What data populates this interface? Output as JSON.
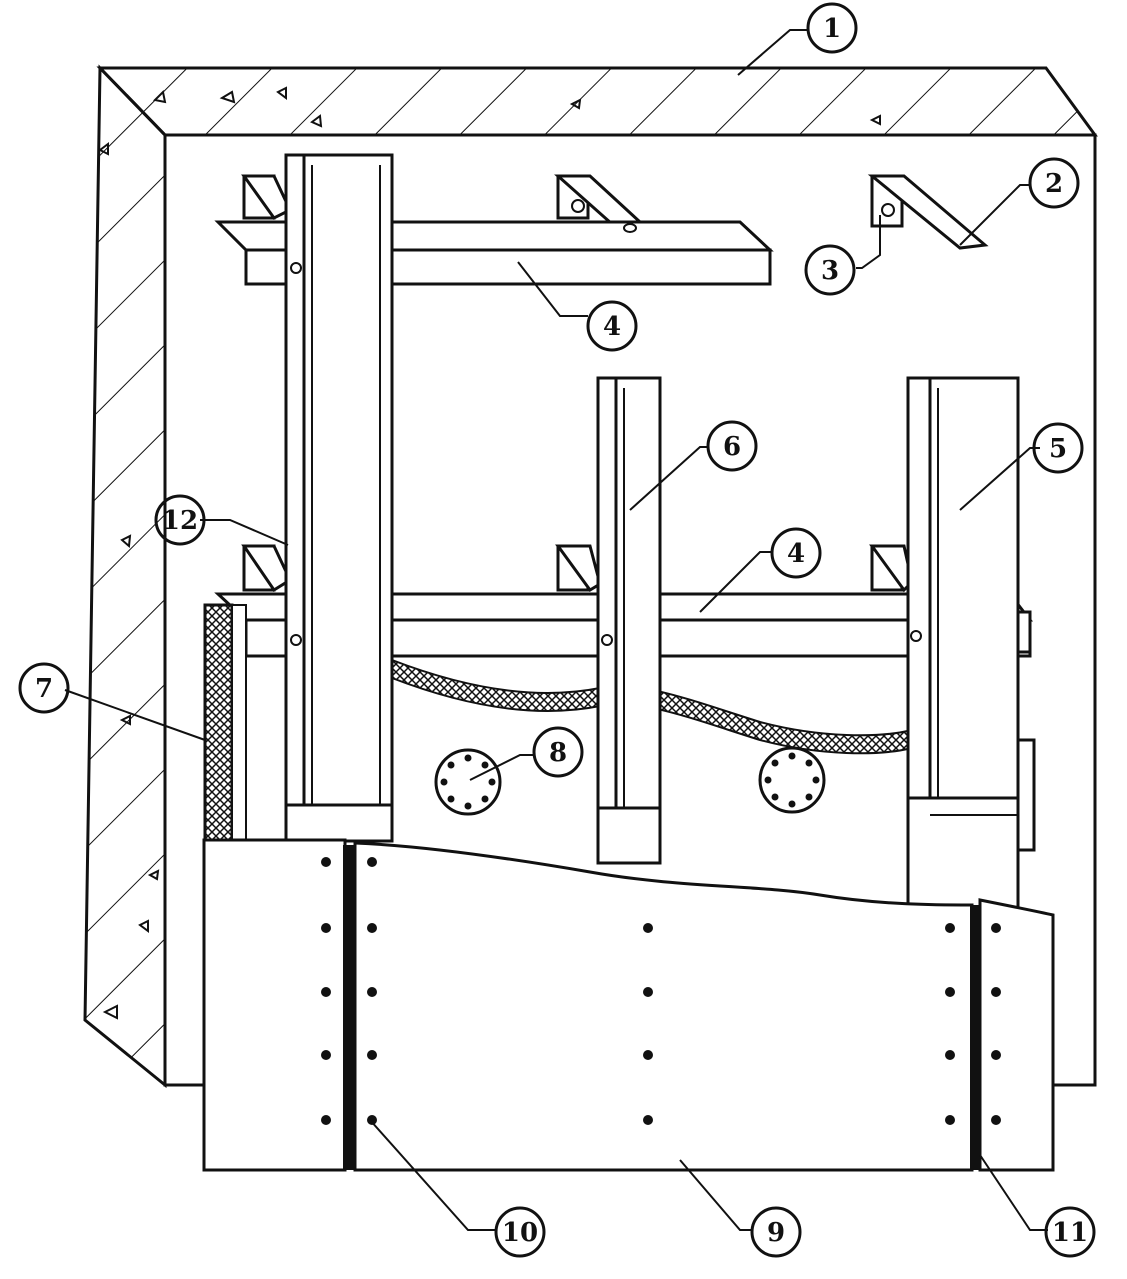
{
  "callouts": [
    {
      "id": "c1",
      "label": "1"
    },
    {
      "id": "c2",
      "label": "2"
    },
    {
      "id": "c3",
      "label": "3"
    },
    {
      "id": "c4a",
      "label": "4"
    },
    {
      "id": "c4b",
      "label": "4"
    },
    {
      "id": "c5",
      "label": "5"
    },
    {
      "id": "c6",
      "label": "6"
    },
    {
      "id": "c7",
      "label": "7"
    },
    {
      "id": "c8",
      "label": "8"
    },
    {
      "id": "c9",
      "label": "9"
    },
    {
      "id": "c10",
      "label": "10"
    },
    {
      "id": "c11",
      "label": "11"
    },
    {
      "id": "c12",
      "label": "12"
    }
  ],
  "colors": {
    "ink": "#111111",
    "paper": "#ffffff"
  }
}
